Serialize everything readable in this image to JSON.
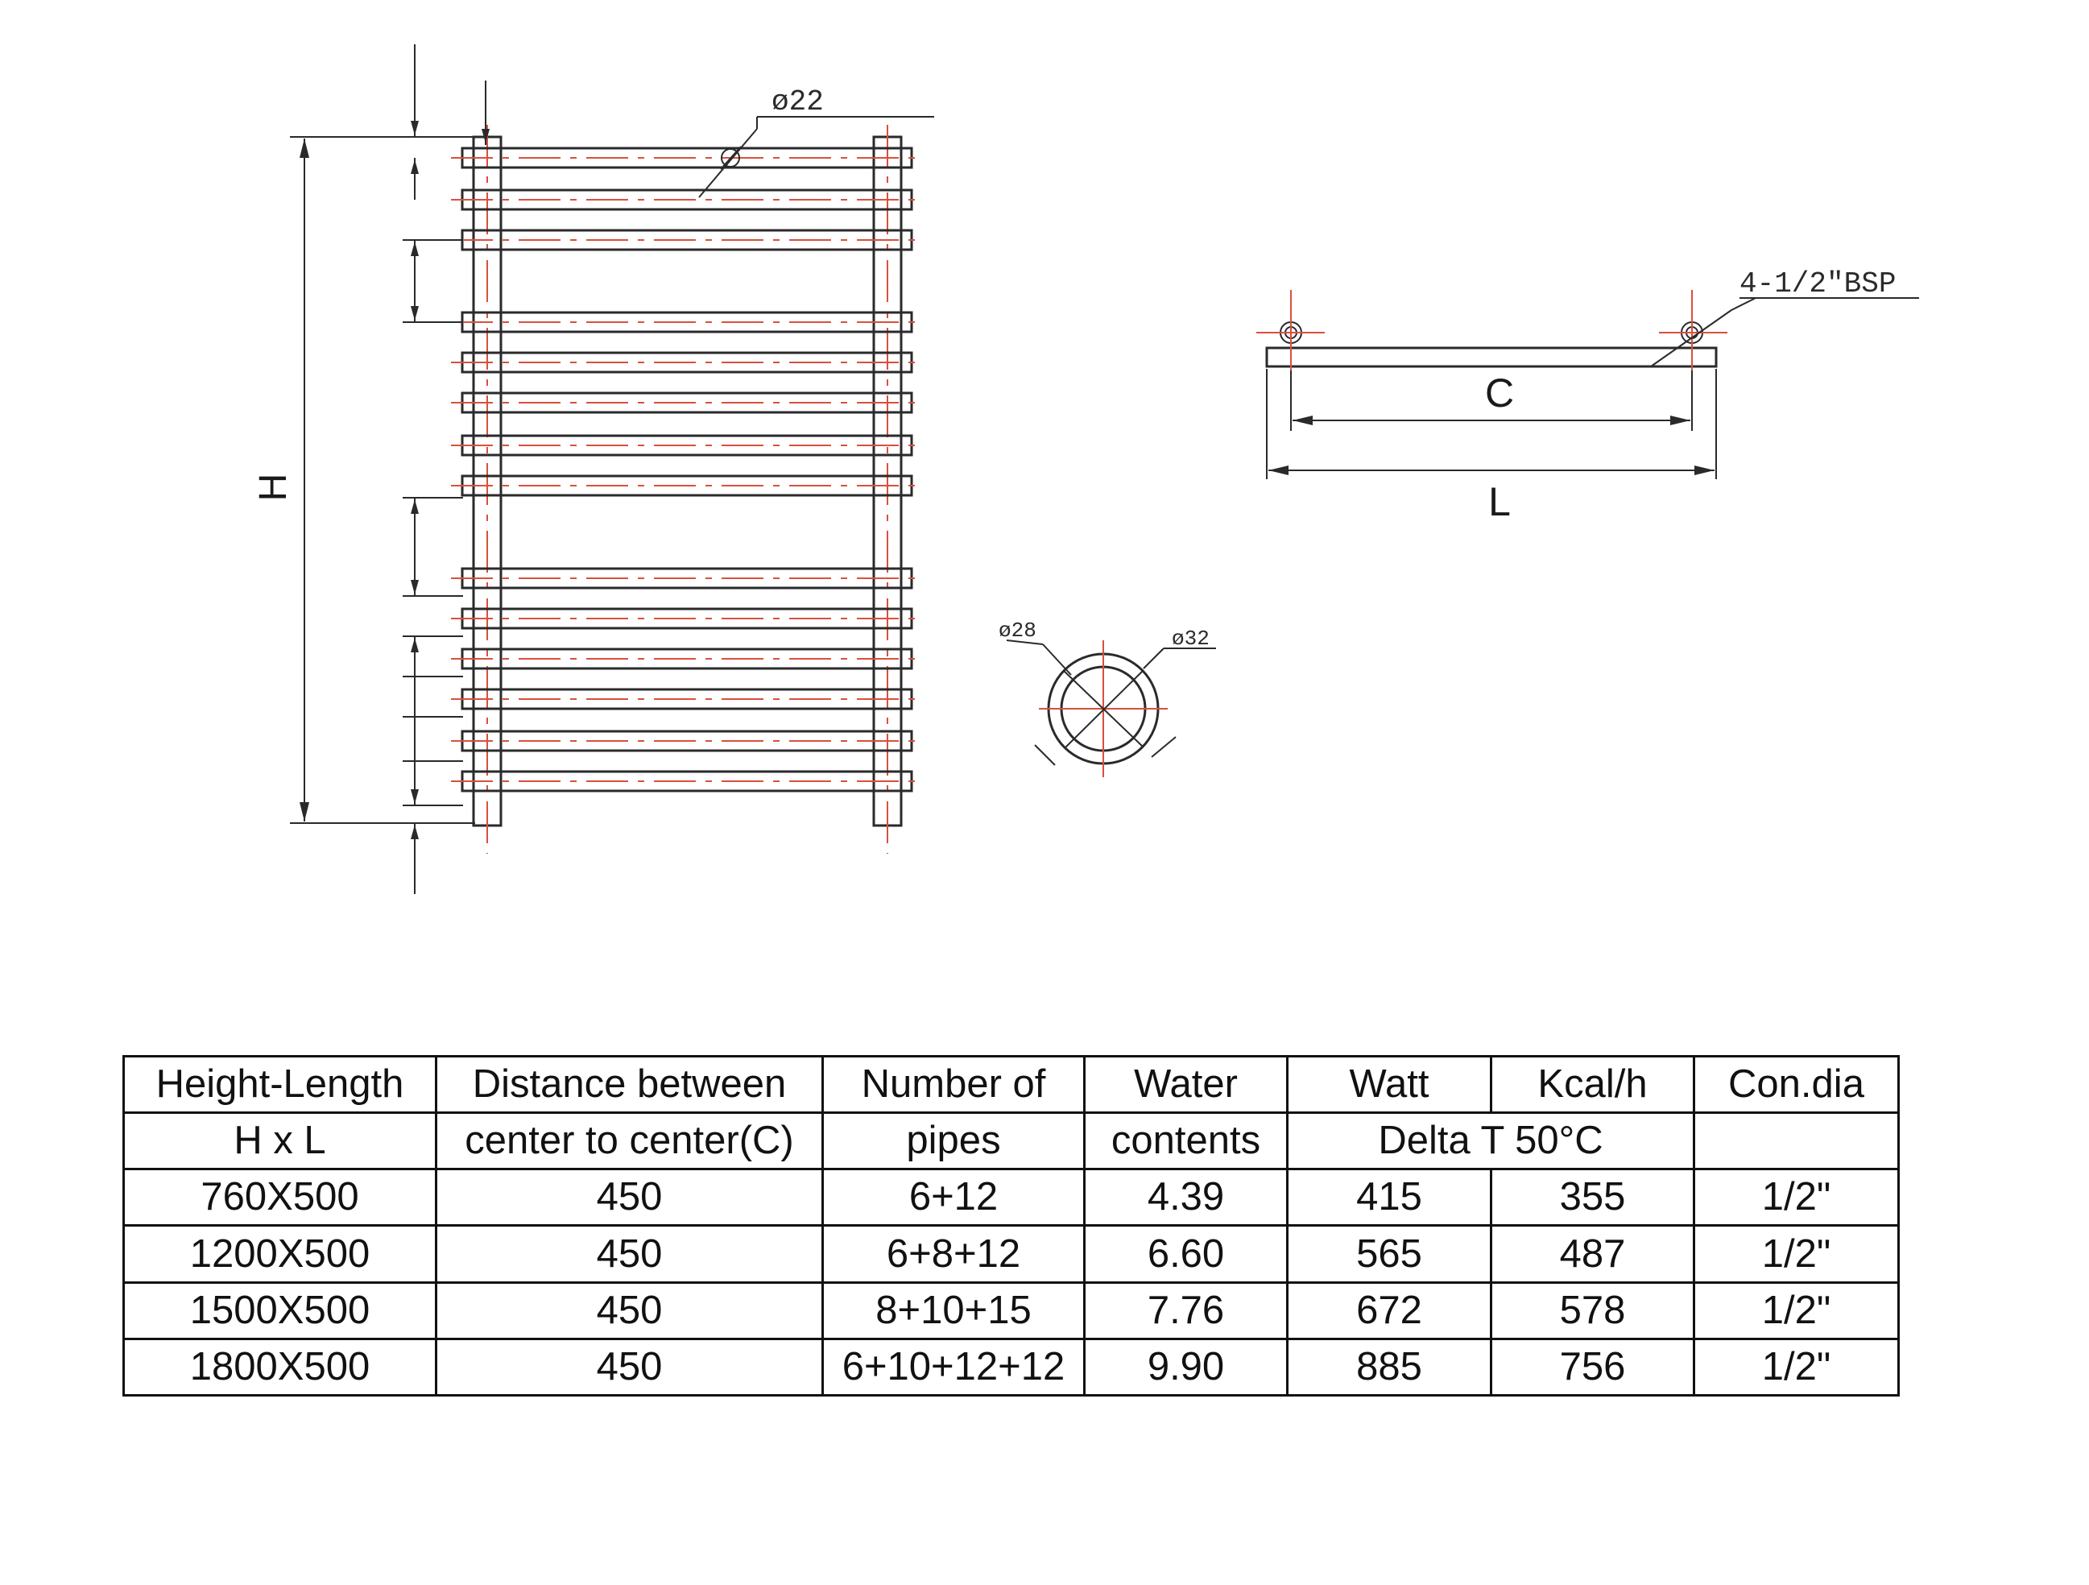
{
  "front_view": {
    "height_label": "H",
    "pipe_dia_label": "ø22",
    "section_inner_label": "ø28",
    "section_outer_label": "ø32"
  },
  "top_view": {
    "connection_label": "4-1/2\"BSP",
    "center_label": "C",
    "length_label": "L"
  },
  "table": {
    "header": [
      [
        "Height-Length",
        "H x L"
      ],
      [
        "Distance between",
        "center to center(C)"
      ],
      [
        "Number of",
        "pipes"
      ],
      [
        "Water",
        "contents"
      ],
      [
        "Watt",
        ""
      ],
      [
        "Kcal/h",
        ""
      ],
      [
        "Con.dia",
        ""
      ]
    ],
    "delta_label": "Delta T 50°C",
    "rows": [
      [
        "760X500",
        "450",
        "6+12",
        "4.39",
        "415",
        "355",
        "1/2\""
      ],
      [
        "1200X500",
        "450",
        "6+8+12",
        "6.60",
        "565",
        "487",
        "1/2\""
      ],
      [
        "1500X500",
        "450",
        "8+10+15",
        "7.76",
        "672",
        "578",
        "1/2\""
      ],
      [
        "1800X500",
        "450",
        "6+10+12+12",
        "9.90",
        "885",
        "756",
        "1/2\""
      ]
    ]
  }
}
